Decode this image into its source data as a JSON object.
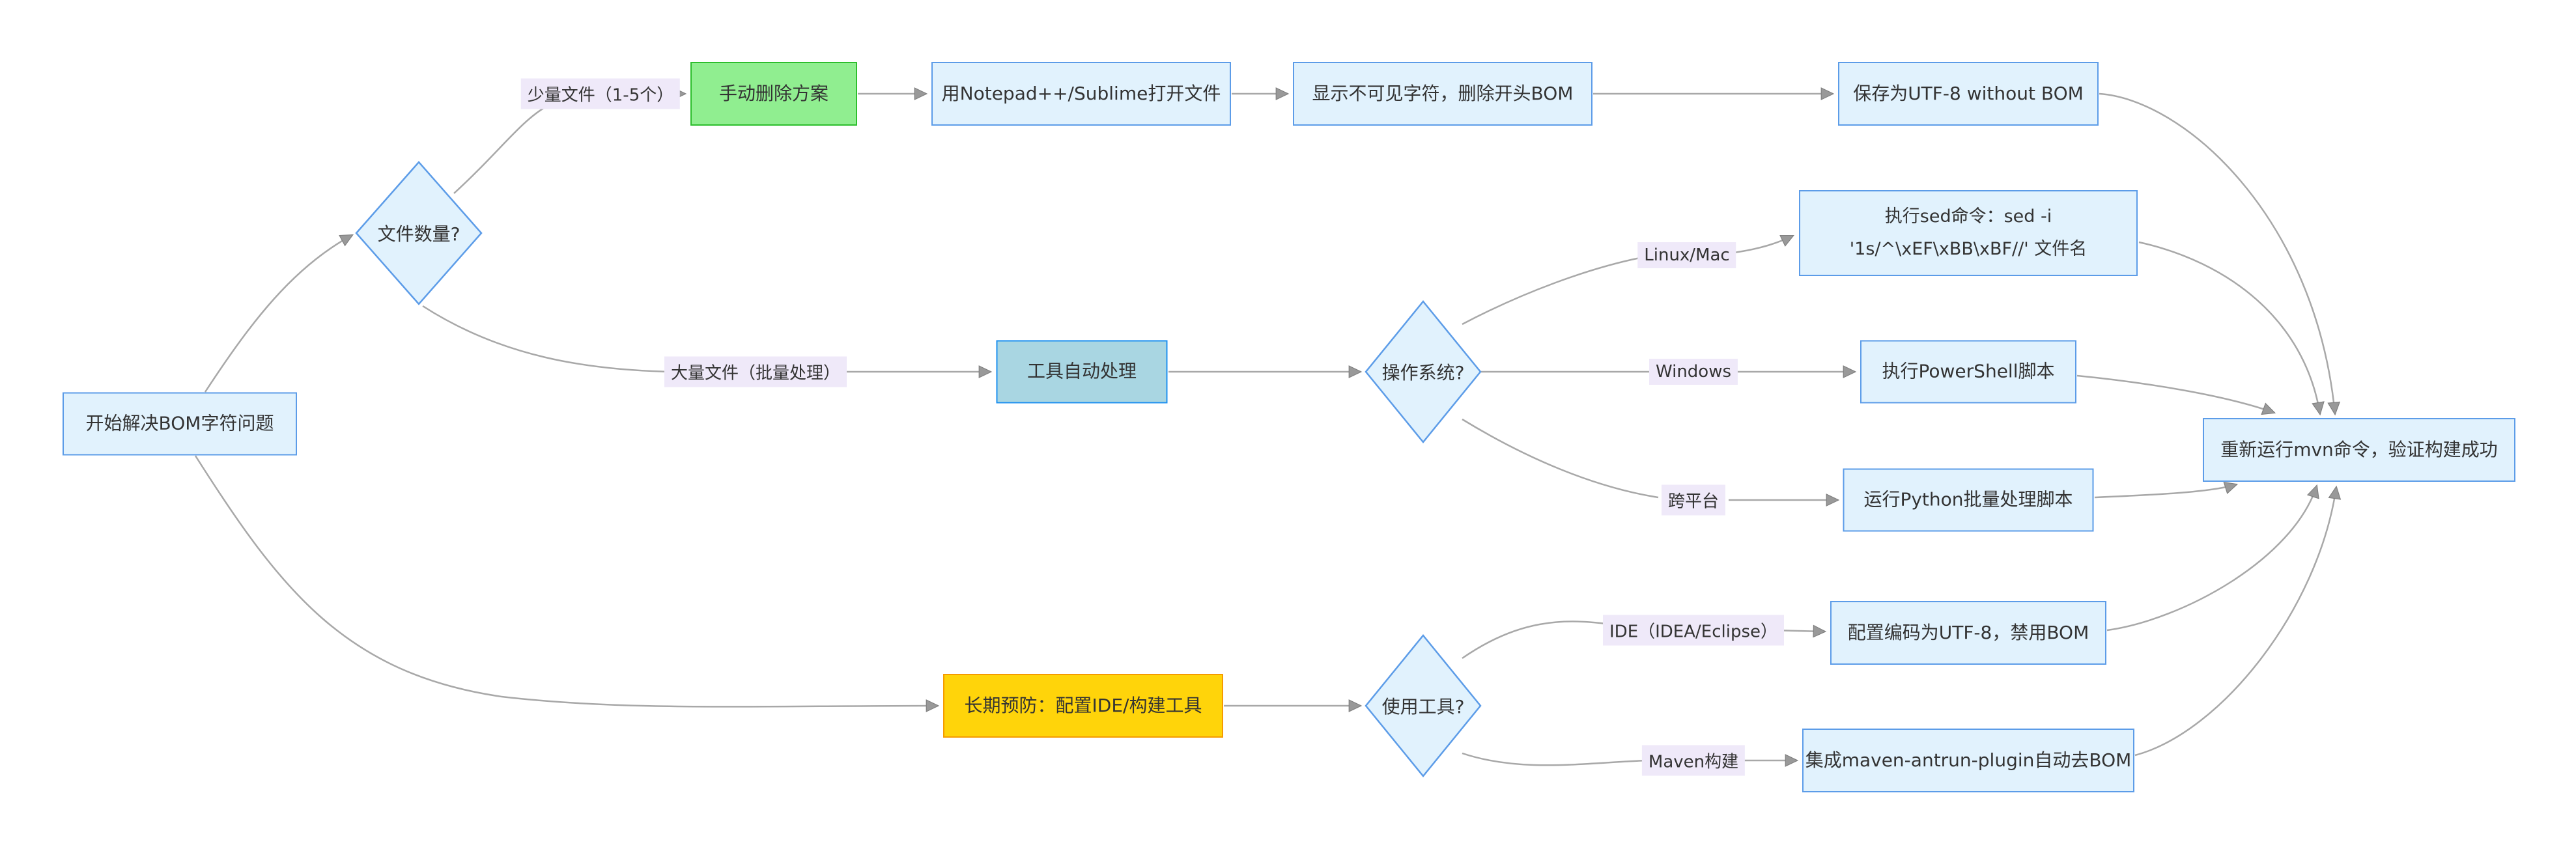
{
  "diagram_type": "flowchart",
  "colors": {
    "node_fill": "#E1F2FD",
    "node_border": "#5C9CE8",
    "green_fill": "#90EE90",
    "green_border": "#2DBE2D",
    "teal_fill": "#A9D6E2",
    "teal_border": "#1E90F0",
    "yellow_fill": "#FFD40A",
    "yellow_border": "#F59B00",
    "label_bg": "#EFE9F9",
    "edge_color": "#A8A8A8",
    "arrow_color": "#999999",
    "text_color": "#333333"
  },
  "nodes": {
    "start": {
      "label": "开始解决BOM字符问题"
    },
    "file_count": {
      "label": "文件数量?"
    },
    "manual": {
      "label": "手动删除方案"
    },
    "open_editor": {
      "label": "用Notepad++/Sublime打开文件"
    },
    "show_invisible": {
      "label": "显示不可见字符，删除开头BOM"
    },
    "save_utf8": {
      "label": "保存为UTF-8 without BOM"
    },
    "auto_tool": {
      "label": "工具自动处理"
    },
    "os_decision": {
      "label": "操作系统?"
    },
    "sed_cmd": {
      "line1": "执行sed命令：sed -i",
      "line2": "'1s/^\\xEF\\xBB\\xBF//' 文件名"
    },
    "powershell": {
      "label": "执行PowerShell脚本"
    },
    "python_script": {
      "label": "运行Python批量处理脚本"
    },
    "prevention": {
      "label": "长期预防：配置IDE/构建工具"
    },
    "tool_decision": {
      "label": "使用工具?"
    },
    "ide_config": {
      "label": "配置编码为UTF-8，禁用BOM"
    },
    "maven_plugin": {
      "label": "集成maven-antrun-plugin自动去BOM"
    },
    "verify": {
      "label": "重新运行mvn命令，验证构建成功"
    }
  },
  "edge_labels": {
    "few_files": "少量文件（1-5个）",
    "many_files": "大量文件（批量处理）",
    "linux_mac": "Linux/Mac",
    "windows": "Windows",
    "cross_platform": "跨平台",
    "ide": "IDE（IDEA/Eclipse）",
    "maven": "Maven构建"
  }
}
